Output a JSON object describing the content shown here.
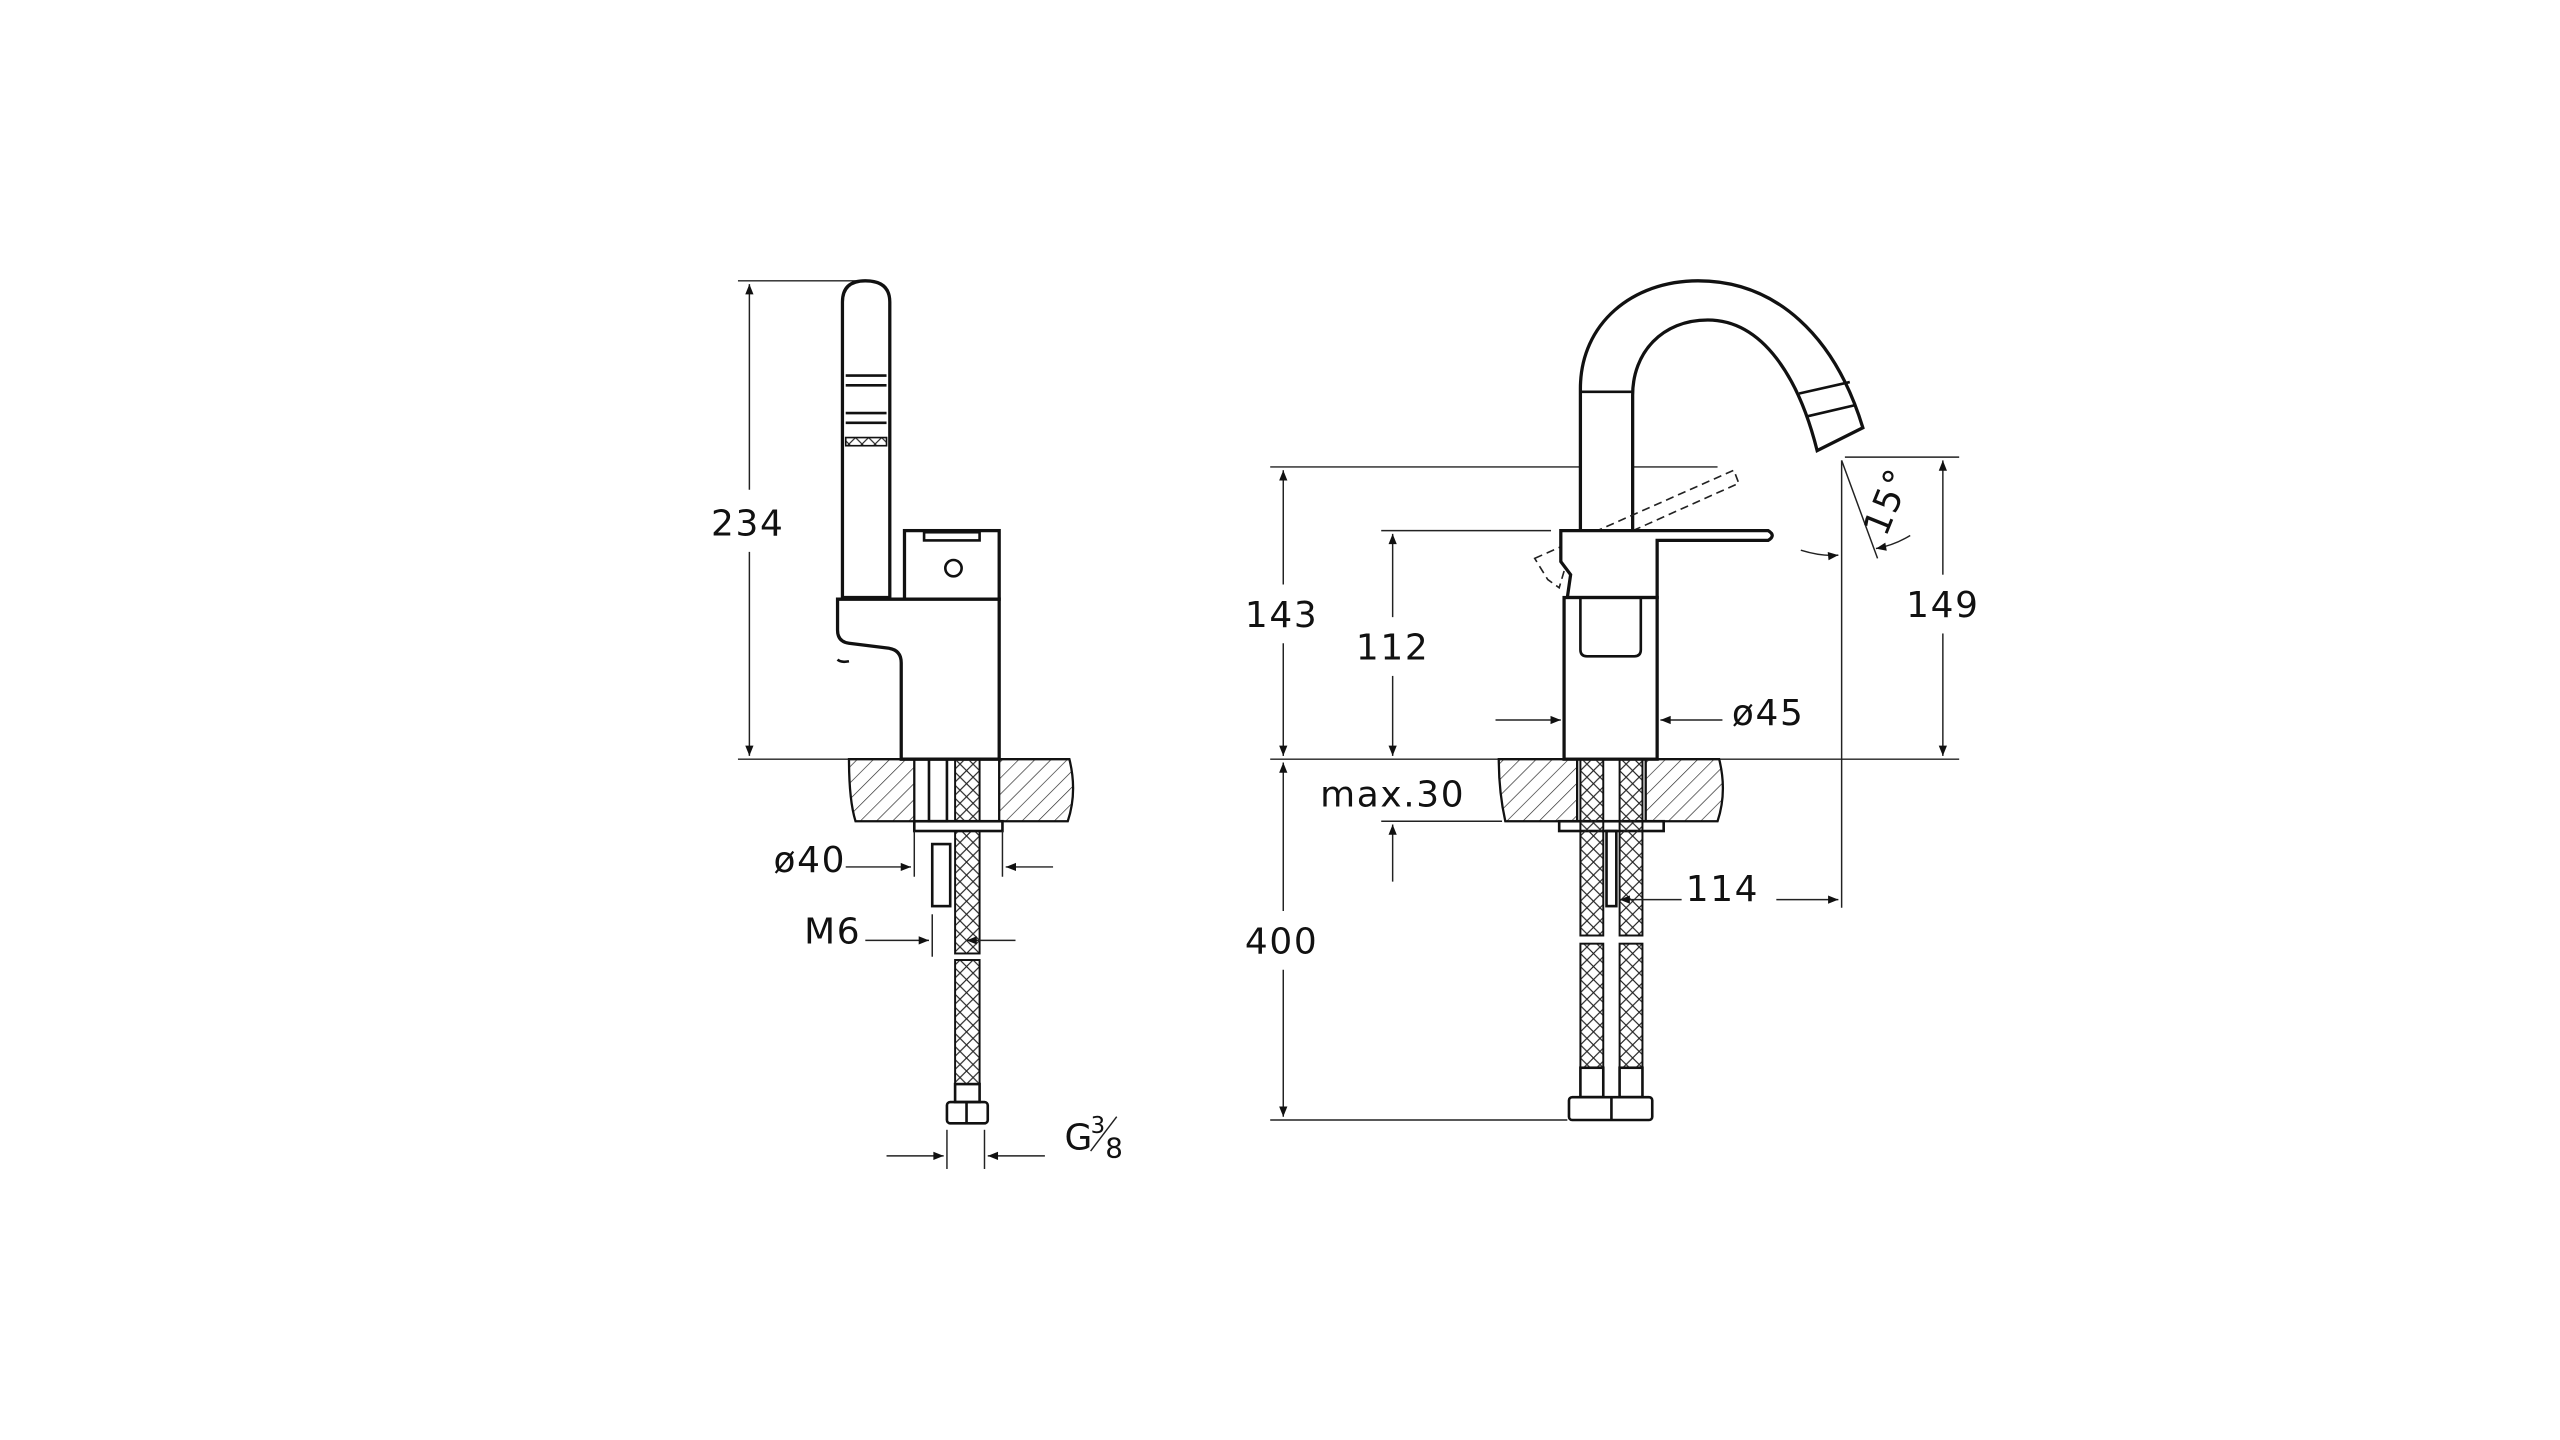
{
  "side_view": {
    "height_label": "234",
    "hole_diameter_label": "ø40",
    "thread_label": "M6",
    "connection_label_main": "G",
    "connection_label_num": "3",
    "connection_label_den": "8"
  },
  "front_view": {
    "lever_raised_height_label": "143",
    "lever_height_label": "112",
    "hose_length_label": "400",
    "max_counter_thickness_label": "max.30",
    "body_diameter_label": "ø45",
    "spout_reach_label": "114",
    "spout_height_label": "149",
    "spout_angle_label": "15°"
  }
}
